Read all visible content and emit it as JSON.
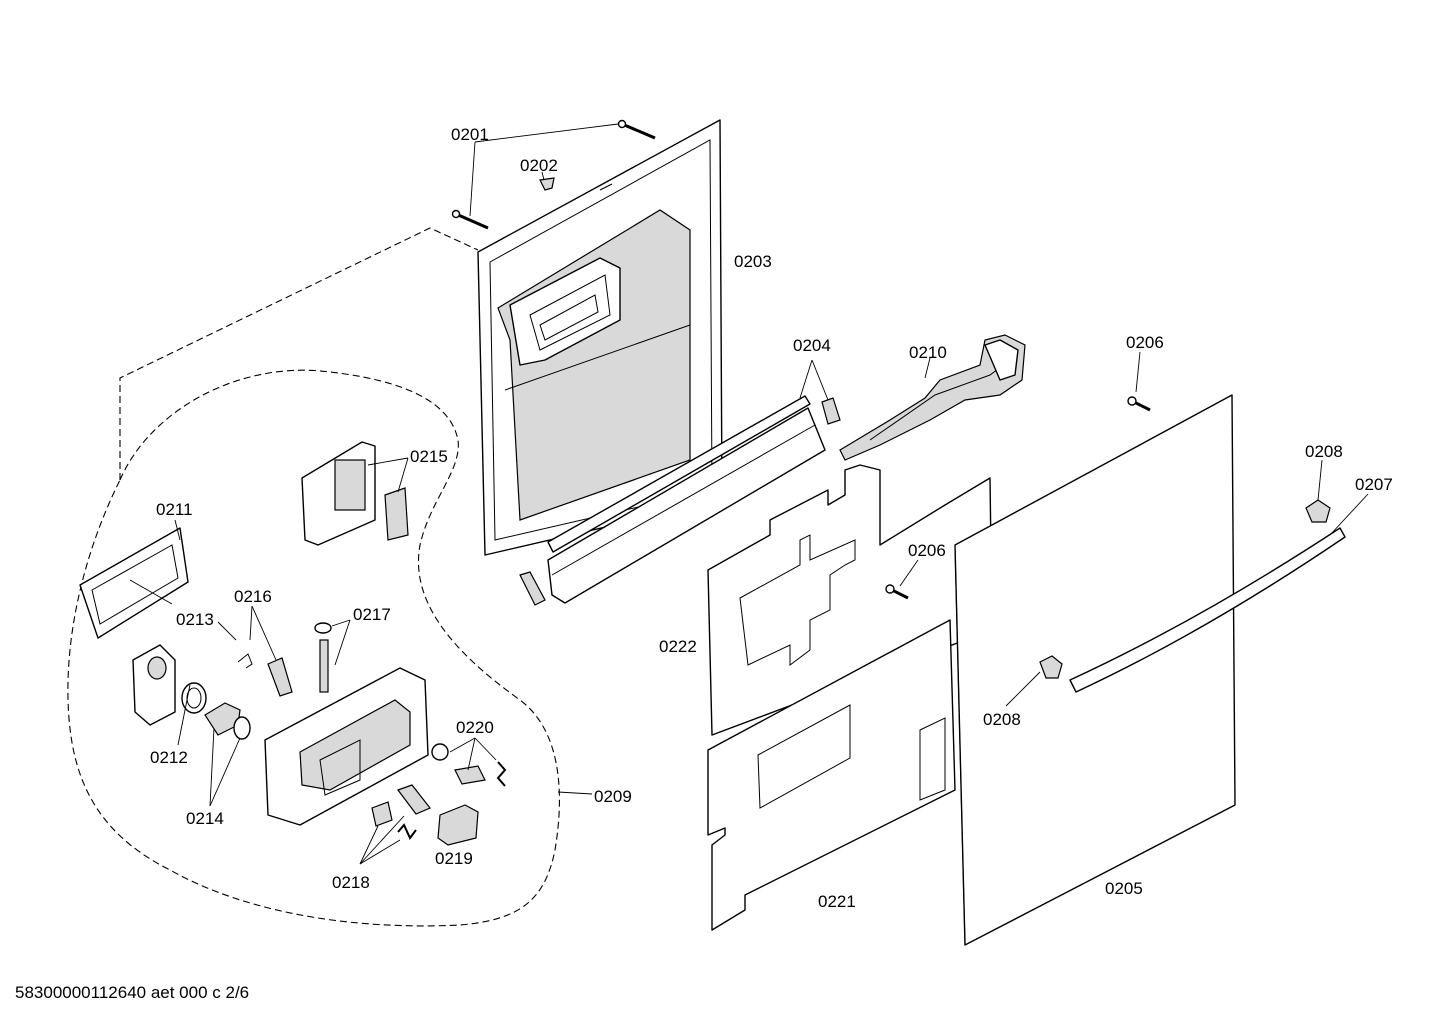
{
  "labels": {
    "p0201": "0201",
    "p0202": "0202",
    "p0203": "0203",
    "p0204": "0204",
    "p0205": "0205",
    "p0206a": "0206",
    "p0206b": "0206",
    "p0207": "0207",
    "p0208a": "0208",
    "p0208b": "0208",
    "p0209": "0209",
    "p0210": "0210",
    "p0211": "0211",
    "p0212": "0212",
    "p0213": "0213",
    "p0214": "0214",
    "p0215": "0215",
    "p0216": "0216",
    "p0217": "0217",
    "p0218": "0218",
    "p0219": "0219",
    "p0220": "0220",
    "p0221": "0221",
    "p0222": "0222"
  },
  "footer": "58300000112640 aet 000 c 2/6"
}
